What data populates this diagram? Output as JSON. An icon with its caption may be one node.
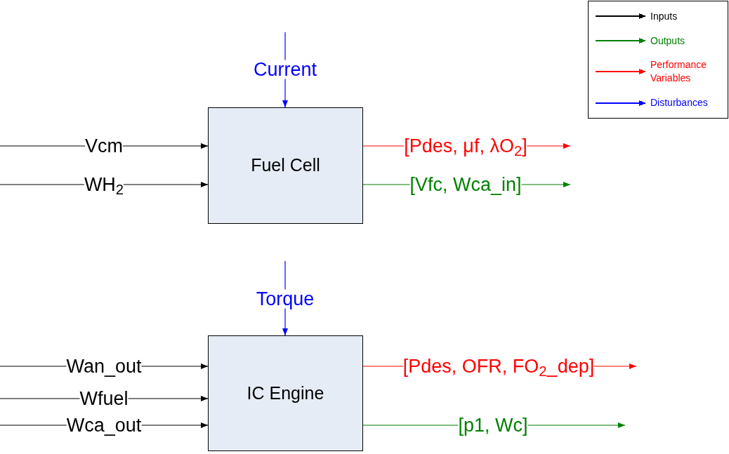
{
  "diagram": {
    "nodes": [
      {
        "text": [
          "Fuel Cell"
        ]
      },
      {
        "text": [
          "IC Engine"
        ]
      }
    ],
    "edges": [
      {
        "from": null,
        "to": 0,
        "arrow": "to",
        "label": "Vcm"
      },
      {
        "from": null,
        "to": 0,
        "arrow": "to",
        "label": "WH$_{2}$"
      },
      {
        "from": null,
        "to": 0,
        "arrow": "to",
        "label": "Current",
        "color": "#0000ff"
      },
      {
        "from": 0,
        "to": null,
        "arrow": "to",
        "label": "[Pdes, μf, λO$_{2}$]",
        "color": "#ff0000"
      },
      {
        "from": 0,
        "to": null,
        "arrow": "to",
        "label": "[Vfc, Wca_in]",
        "color": "#008000"
      },
      {
        "from": null,
        "to": 1,
        "arrow": "to",
        "label": "Wan_out"
      },
      {
        "from": null,
        "to": 1,
        "arrow": "to",
        "label": "Wfuel"
      },
      {
        "from": null,
        "to": 1,
        "arrow": "to",
        "label": "Wca_out"
      },
      {
        "from": null,
        "to": 1,
        "arrow": "to",
        "label": "Torque",
        "color": "#0000ff"
      },
      {
        "from": 1,
        "to": null,
        "arrow": "to",
        "label": "[Pdes, OFR, FO$_{2}$_dep]",
        "color": "#ff0000"
      },
      {
        "from": 1,
        "to": null,
        "arrow": "to",
        "label": "[p1, Wc]",
        "color": "#008000"
      }
    ],
    "legend": [
      {
        "text": "Inputs",
        "color": "#000000"
      },
      {
        "text": "Outputs",
        "color": "#008000"
      },
      {
        "text": "Performance Variables",
        "color": "#ff0000"
      },
      {
        "text": "Disturbances",
        "color": "#0000ff"
      }
    ]
  }
}
